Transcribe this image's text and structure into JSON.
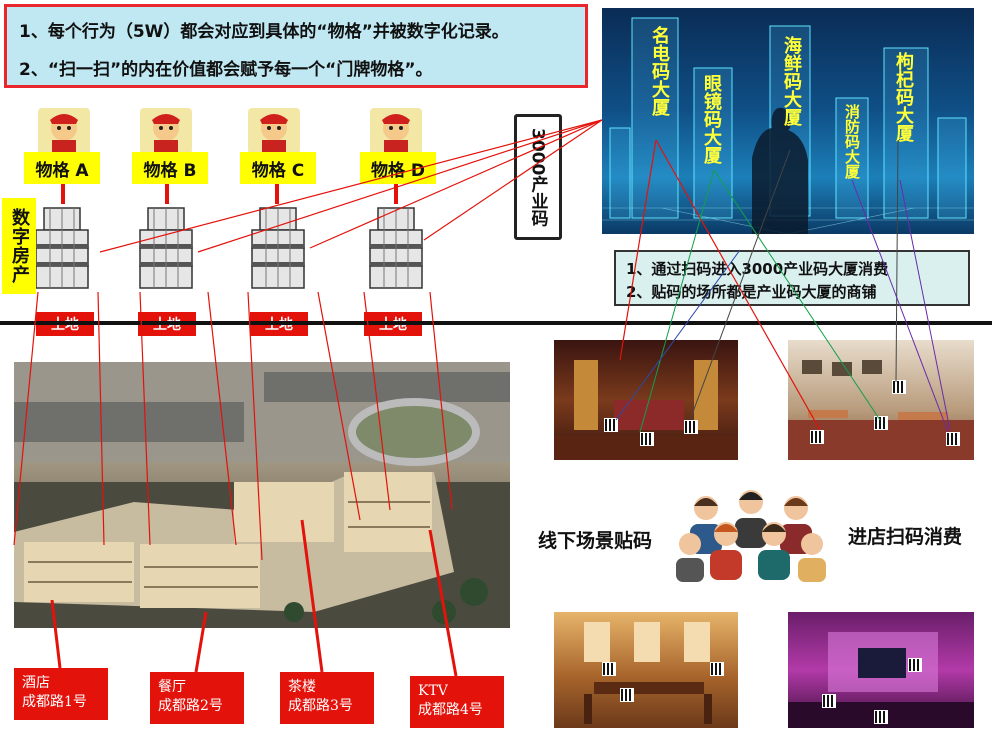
{
  "notes": {
    "line1": "1、每个行为（5W）都会对应到具体的“物格”并被数字化记录。",
    "line2": "2、“扫一扫”的内在价值都会赋予每一个“门牌物格”。"
  },
  "wuge": [
    {
      "label": "物格 A",
      "land": "土地"
    },
    {
      "label": "物格 B",
      "land": "土地"
    },
    {
      "label": "物格 C",
      "land": "土地"
    },
    {
      "label": "物格 D",
      "land": "土地"
    }
  ],
  "digital_estate": "数字房产",
  "industry_code": "3000产业码",
  "city_towers": [
    {
      "label": "名电码大厦"
    },
    {
      "label": "眼镜码大厦"
    },
    {
      "label": "海鲜码大厦"
    },
    {
      "label": "消防码大厦"
    },
    {
      "label": "枸杞码大厦"
    }
  ],
  "info": {
    "line1": "1、通过扫码进入3000产业码大厦消费",
    "line2": "2、贴码的场所都是产业码大厦的商铺"
  },
  "stores": [
    {
      "type": "酒店",
      "addr": "成都路1号"
    },
    {
      "type": "餐厅",
      "addr": "成都路2号"
    },
    {
      "type": "茶楼",
      "addr": "成都路3号"
    },
    {
      "type": "KTV",
      "addr": "成都路4号"
    }
  ],
  "offline_label": "线下场景贴码",
  "instore_label": "进店扫码消费",
  "colors": {
    "accent_red": "#e3120b",
    "label_yellow": "#ffff00",
    "note_bg": "#bfe8f2",
    "info_bg": "#d9f0ee"
  }
}
